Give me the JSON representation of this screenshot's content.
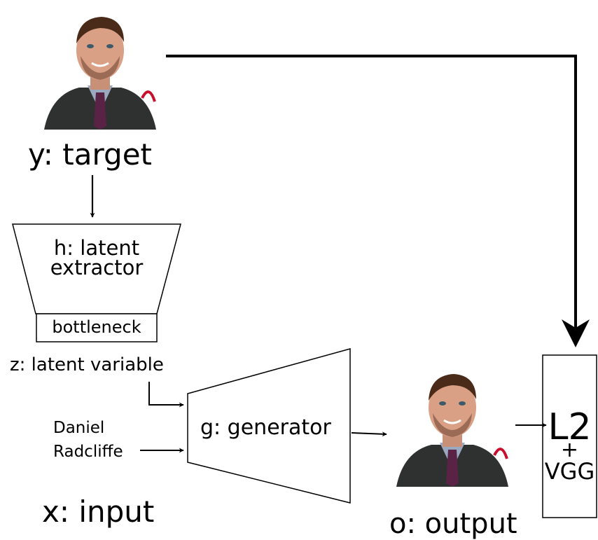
{
  "target": {
    "label": "y: target"
  },
  "extractor": {
    "label_line1": "h: latent",
    "label_line2": "extractor",
    "bottleneck": "bottleneck"
  },
  "latent": {
    "label": "z: latent variable"
  },
  "name_input": {
    "line1": "Daniel",
    "line2": "Radcliffe"
  },
  "input": {
    "label": "x: input"
  },
  "generator": {
    "label": "g: generator"
  },
  "output": {
    "label": "o: output"
  },
  "loss": {
    "main": "L2",
    "plus": "+",
    "sub": "VGG"
  },
  "photos": {
    "target_photo": "portrait-photo",
    "output_photo": "portrait-photo"
  }
}
